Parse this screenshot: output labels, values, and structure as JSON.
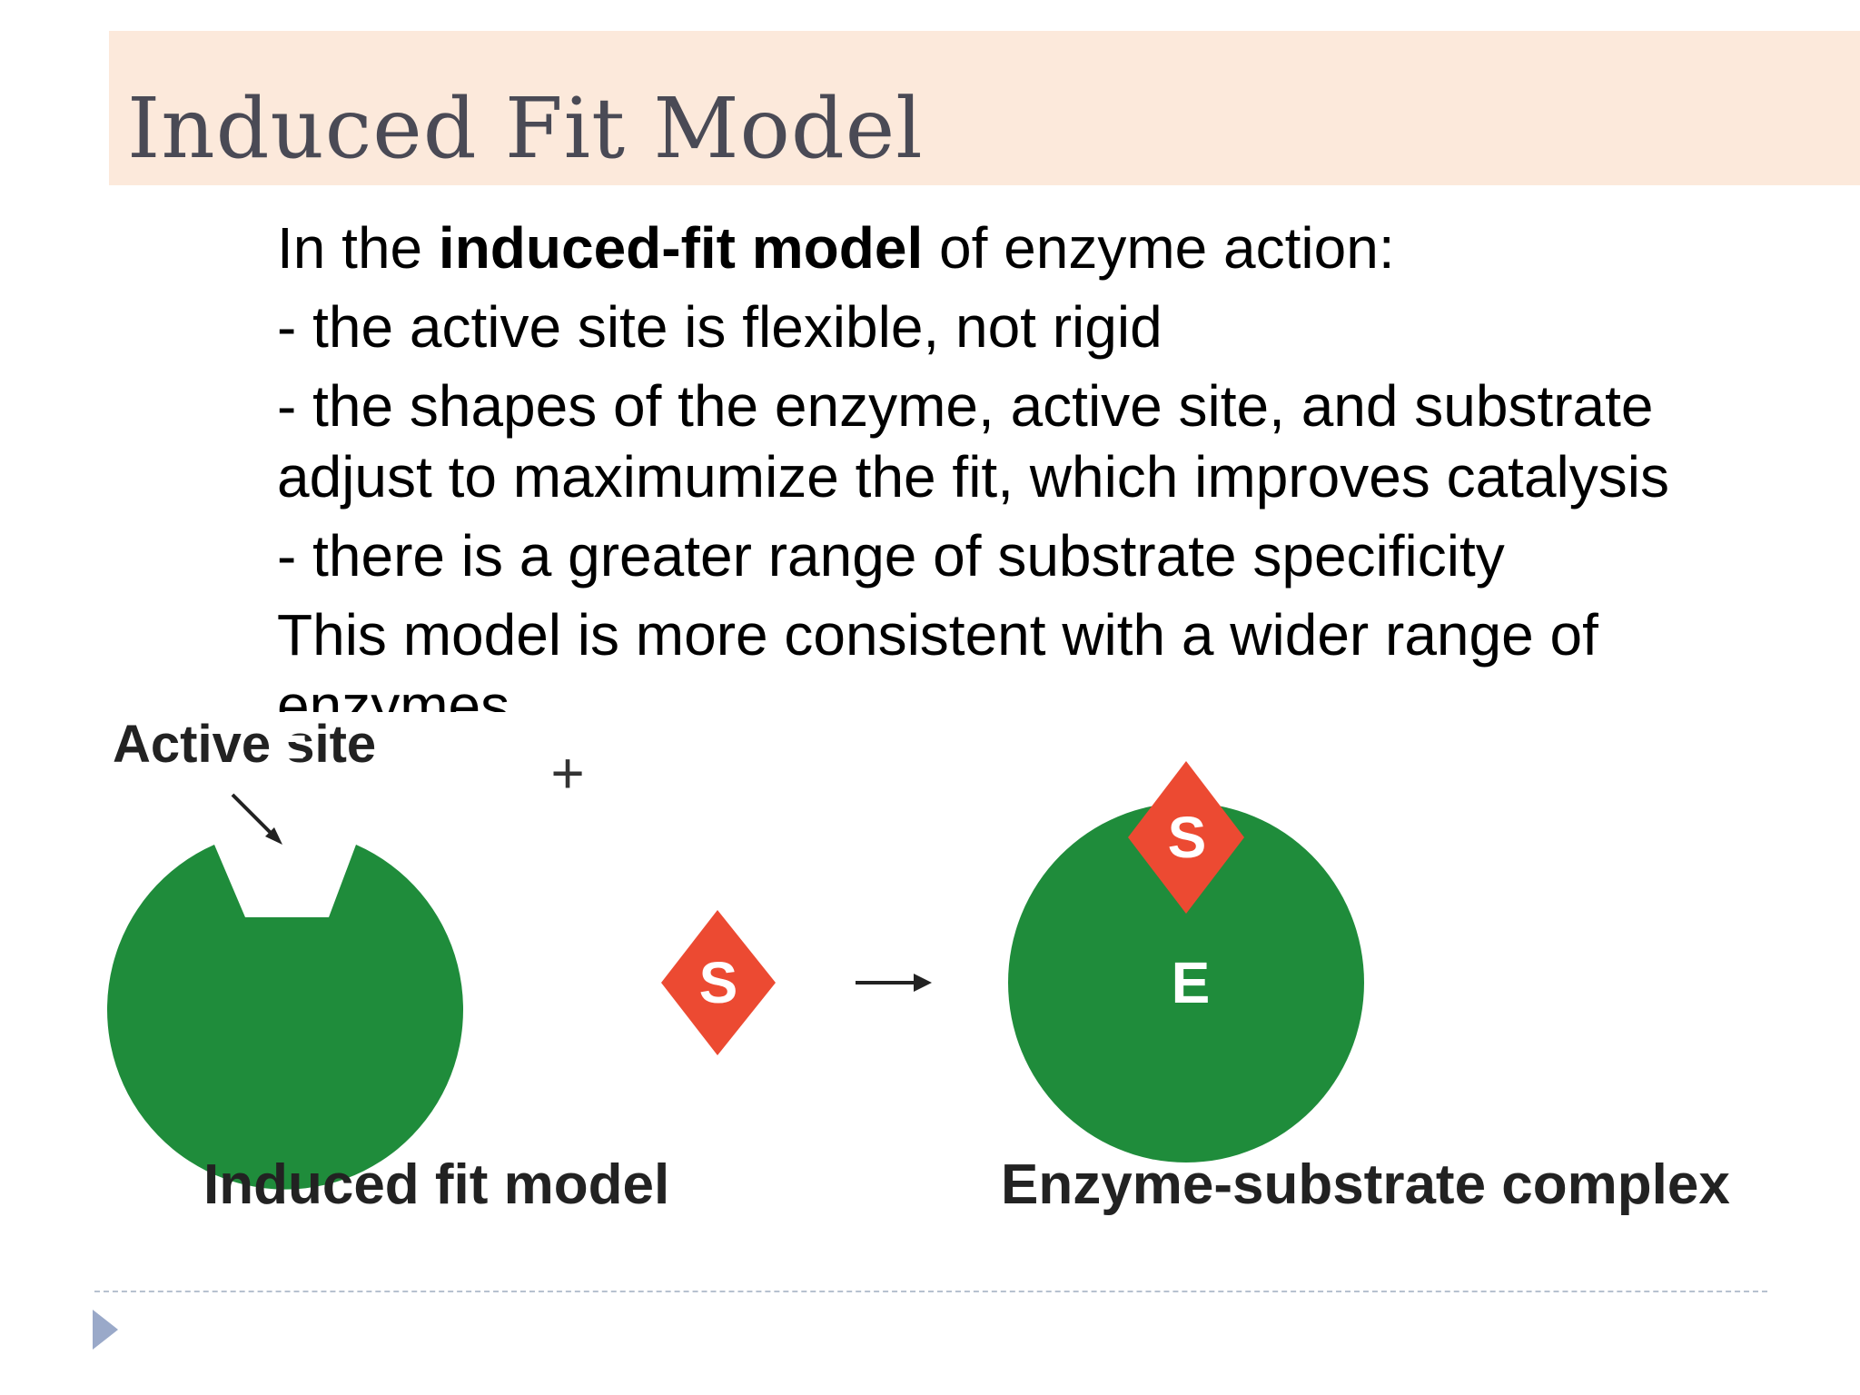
{
  "slide": {
    "title": "Induced Fit Model",
    "bullet1": {
      "prefix": "In the ",
      "bold": "induced-fit model",
      "suffix": " of enzyme action:"
    },
    "sub_points": [
      "- the active site is flexible, not rigid",
      "- the shapes of the enzyme, active site, and substrate adjust to maximumize the fit, which improves catalysis",
      "- there is a greater range of substrate specificity"
    ],
    "bullet2": "This model is more consistent with a wider range of enzymes"
  },
  "diagram": {
    "active_site_label": "Active site",
    "enzyme_letter": "E",
    "substrate_letter": "S",
    "plus": "+",
    "arrow": "→",
    "left_caption": "Induced fit model",
    "right_caption": "Enzyme-substrate complex",
    "colors": {
      "enzyme": "#1f8c3b",
      "substrate": "#ec4a32",
      "letters": "#ffffff",
      "text": "#222222"
    }
  }
}
